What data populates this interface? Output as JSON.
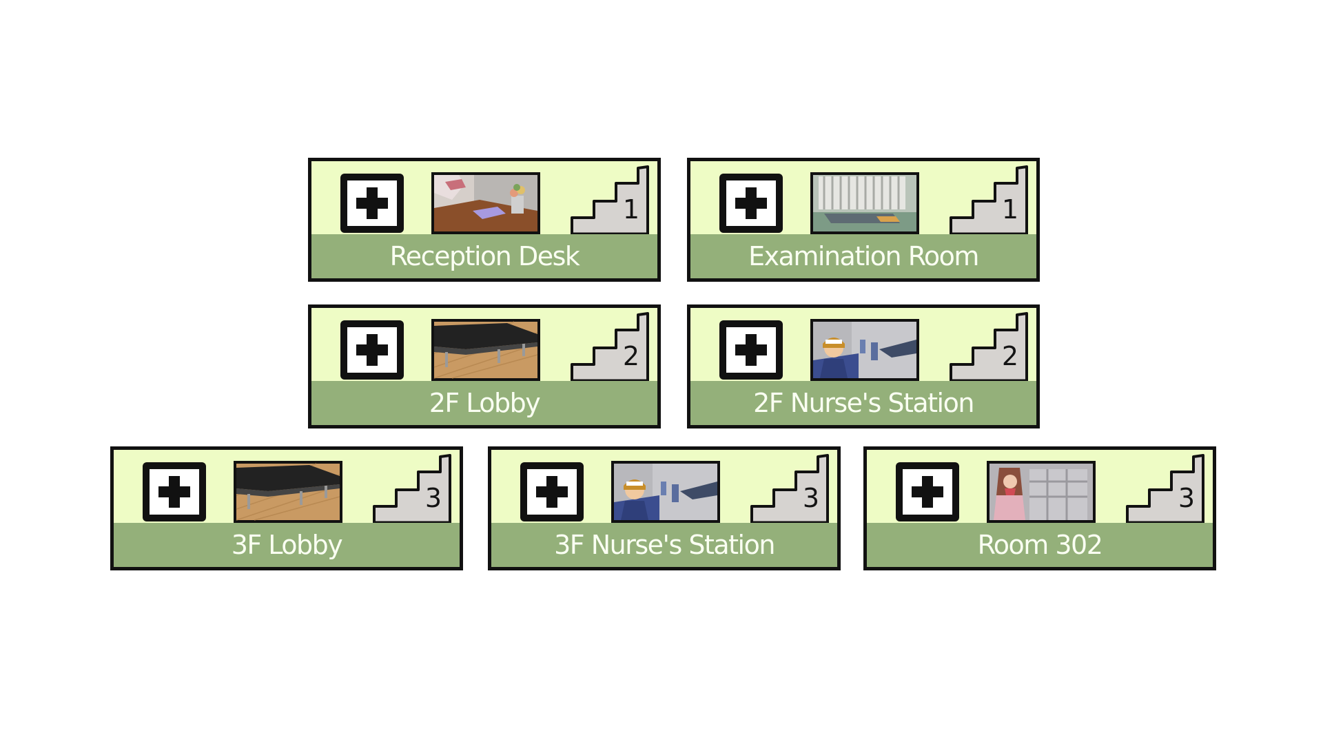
{
  "colors": {
    "card_background": "#eefcc5",
    "label_band": "#94b07a",
    "border": "#111111",
    "label_text": "#fafff2",
    "stairs_fill": "#d6d3d0"
  },
  "locations": [
    {
      "label": "Reception Desk",
      "floor": "1",
      "thumbnail": "reception-desk-thumbnail",
      "icon": "medical-cross-icon",
      "floor_icon": "stairs-icon"
    },
    {
      "label": "Examination Room",
      "floor": "1",
      "thumbnail": "examination-room-thumbnail",
      "icon": "medical-cross-icon",
      "floor_icon": "stairs-icon"
    },
    {
      "label": "2F Lobby",
      "floor": "2",
      "thumbnail": "lobby-bench-thumbnail",
      "icon": "medical-cross-icon",
      "floor_icon": "stairs-icon"
    },
    {
      "label": "2F Nurse's Station",
      "floor": "2",
      "thumbnail": "nurse-station-thumbnail",
      "icon": "medical-cross-icon",
      "floor_icon": "stairs-icon"
    },
    {
      "label": "3F Lobby",
      "floor": "3",
      "thumbnail": "lobby-bench-thumbnail",
      "icon": "medical-cross-icon",
      "floor_icon": "stairs-icon"
    },
    {
      "label": "3F Nurse's Station",
      "floor": "3",
      "thumbnail": "nurse-station-thumbnail",
      "icon": "medical-cross-icon",
      "floor_icon": "stairs-icon"
    },
    {
      "label": "Room 302",
      "floor": "3",
      "thumbnail": "room-302-thumbnail",
      "icon": "medical-cross-icon",
      "floor_icon": "stairs-icon"
    }
  ]
}
